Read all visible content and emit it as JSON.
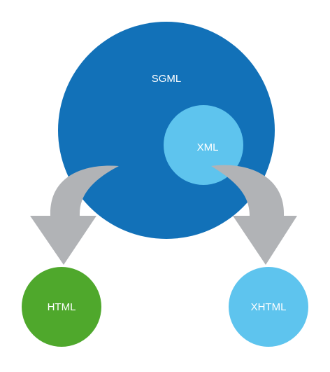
{
  "diagram": {
    "nodes": {
      "sgml": {
        "label": "SGML",
        "color": "#1271b8"
      },
      "xml": {
        "label": "XML",
        "color": "#5ec4ee"
      },
      "html": {
        "label": "HTML",
        "color": "#4fa82c"
      },
      "xhtml": {
        "label": "XHTML",
        "color": "#5ec4ee"
      }
    },
    "arrow_color": "#b1b3b6",
    "edges": [
      {
        "from": "SGML",
        "to": "HTML"
      },
      {
        "from": "XML",
        "to": "XHTML"
      }
    ]
  }
}
